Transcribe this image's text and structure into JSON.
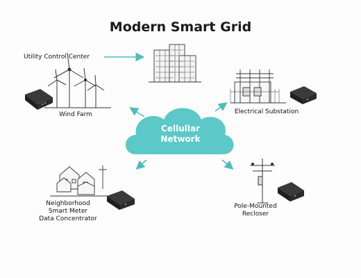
{
  "title": "Modern Smart Grid",
  "center": {
    "line1": "Cellullar",
    "line2": "Network"
  },
  "nodes": {
    "control_center": "Utility Control Center",
    "wind_farm": "Wind Farm",
    "substation": "Electrical Substation",
    "neighborhood": {
      "line1": "Neighborhood",
      "line2": "Smart Meter",
      "line3": "Data Concentrator"
    },
    "recloser": {
      "line1": "Pole-Mounted",
      "line2": "Recloser"
    }
  },
  "colors": {
    "network": "#5cc8c8",
    "arrow": "#4cbcbc",
    "device": "#2b2b2b",
    "led": "#3ec43e",
    "line": "#333333"
  }
}
